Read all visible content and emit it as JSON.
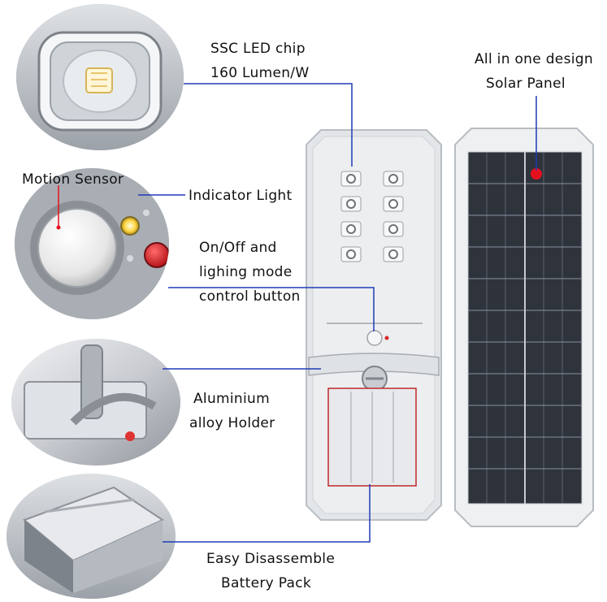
{
  "labels": {
    "led_chip": [
      "SSC LED chip",
      "160 Lumen/W"
    ],
    "solar_panel": [
      "All in one design",
      "Solar Panel"
    ],
    "motion_sensor": "Motion Sensor",
    "indicator_light": "Indicator Light",
    "control_button": [
      "On/Off and",
      "lighing mode",
      "control button"
    ],
    "holder": [
      "Aluminium",
      "alloy Holder"
    ],
    "battery": [
      "Easy Disassemble",
      "Battery Pack"
    ]
  },
  "colors": {
    "callout_line": "#1f3bb8",
    "indicator_dot": "#e5101e",
    "frame_light": "#e4e7ea",
    "panel_cell": "#3a3f4a",
    "battery_outline": "#c0282c"
  }
}
